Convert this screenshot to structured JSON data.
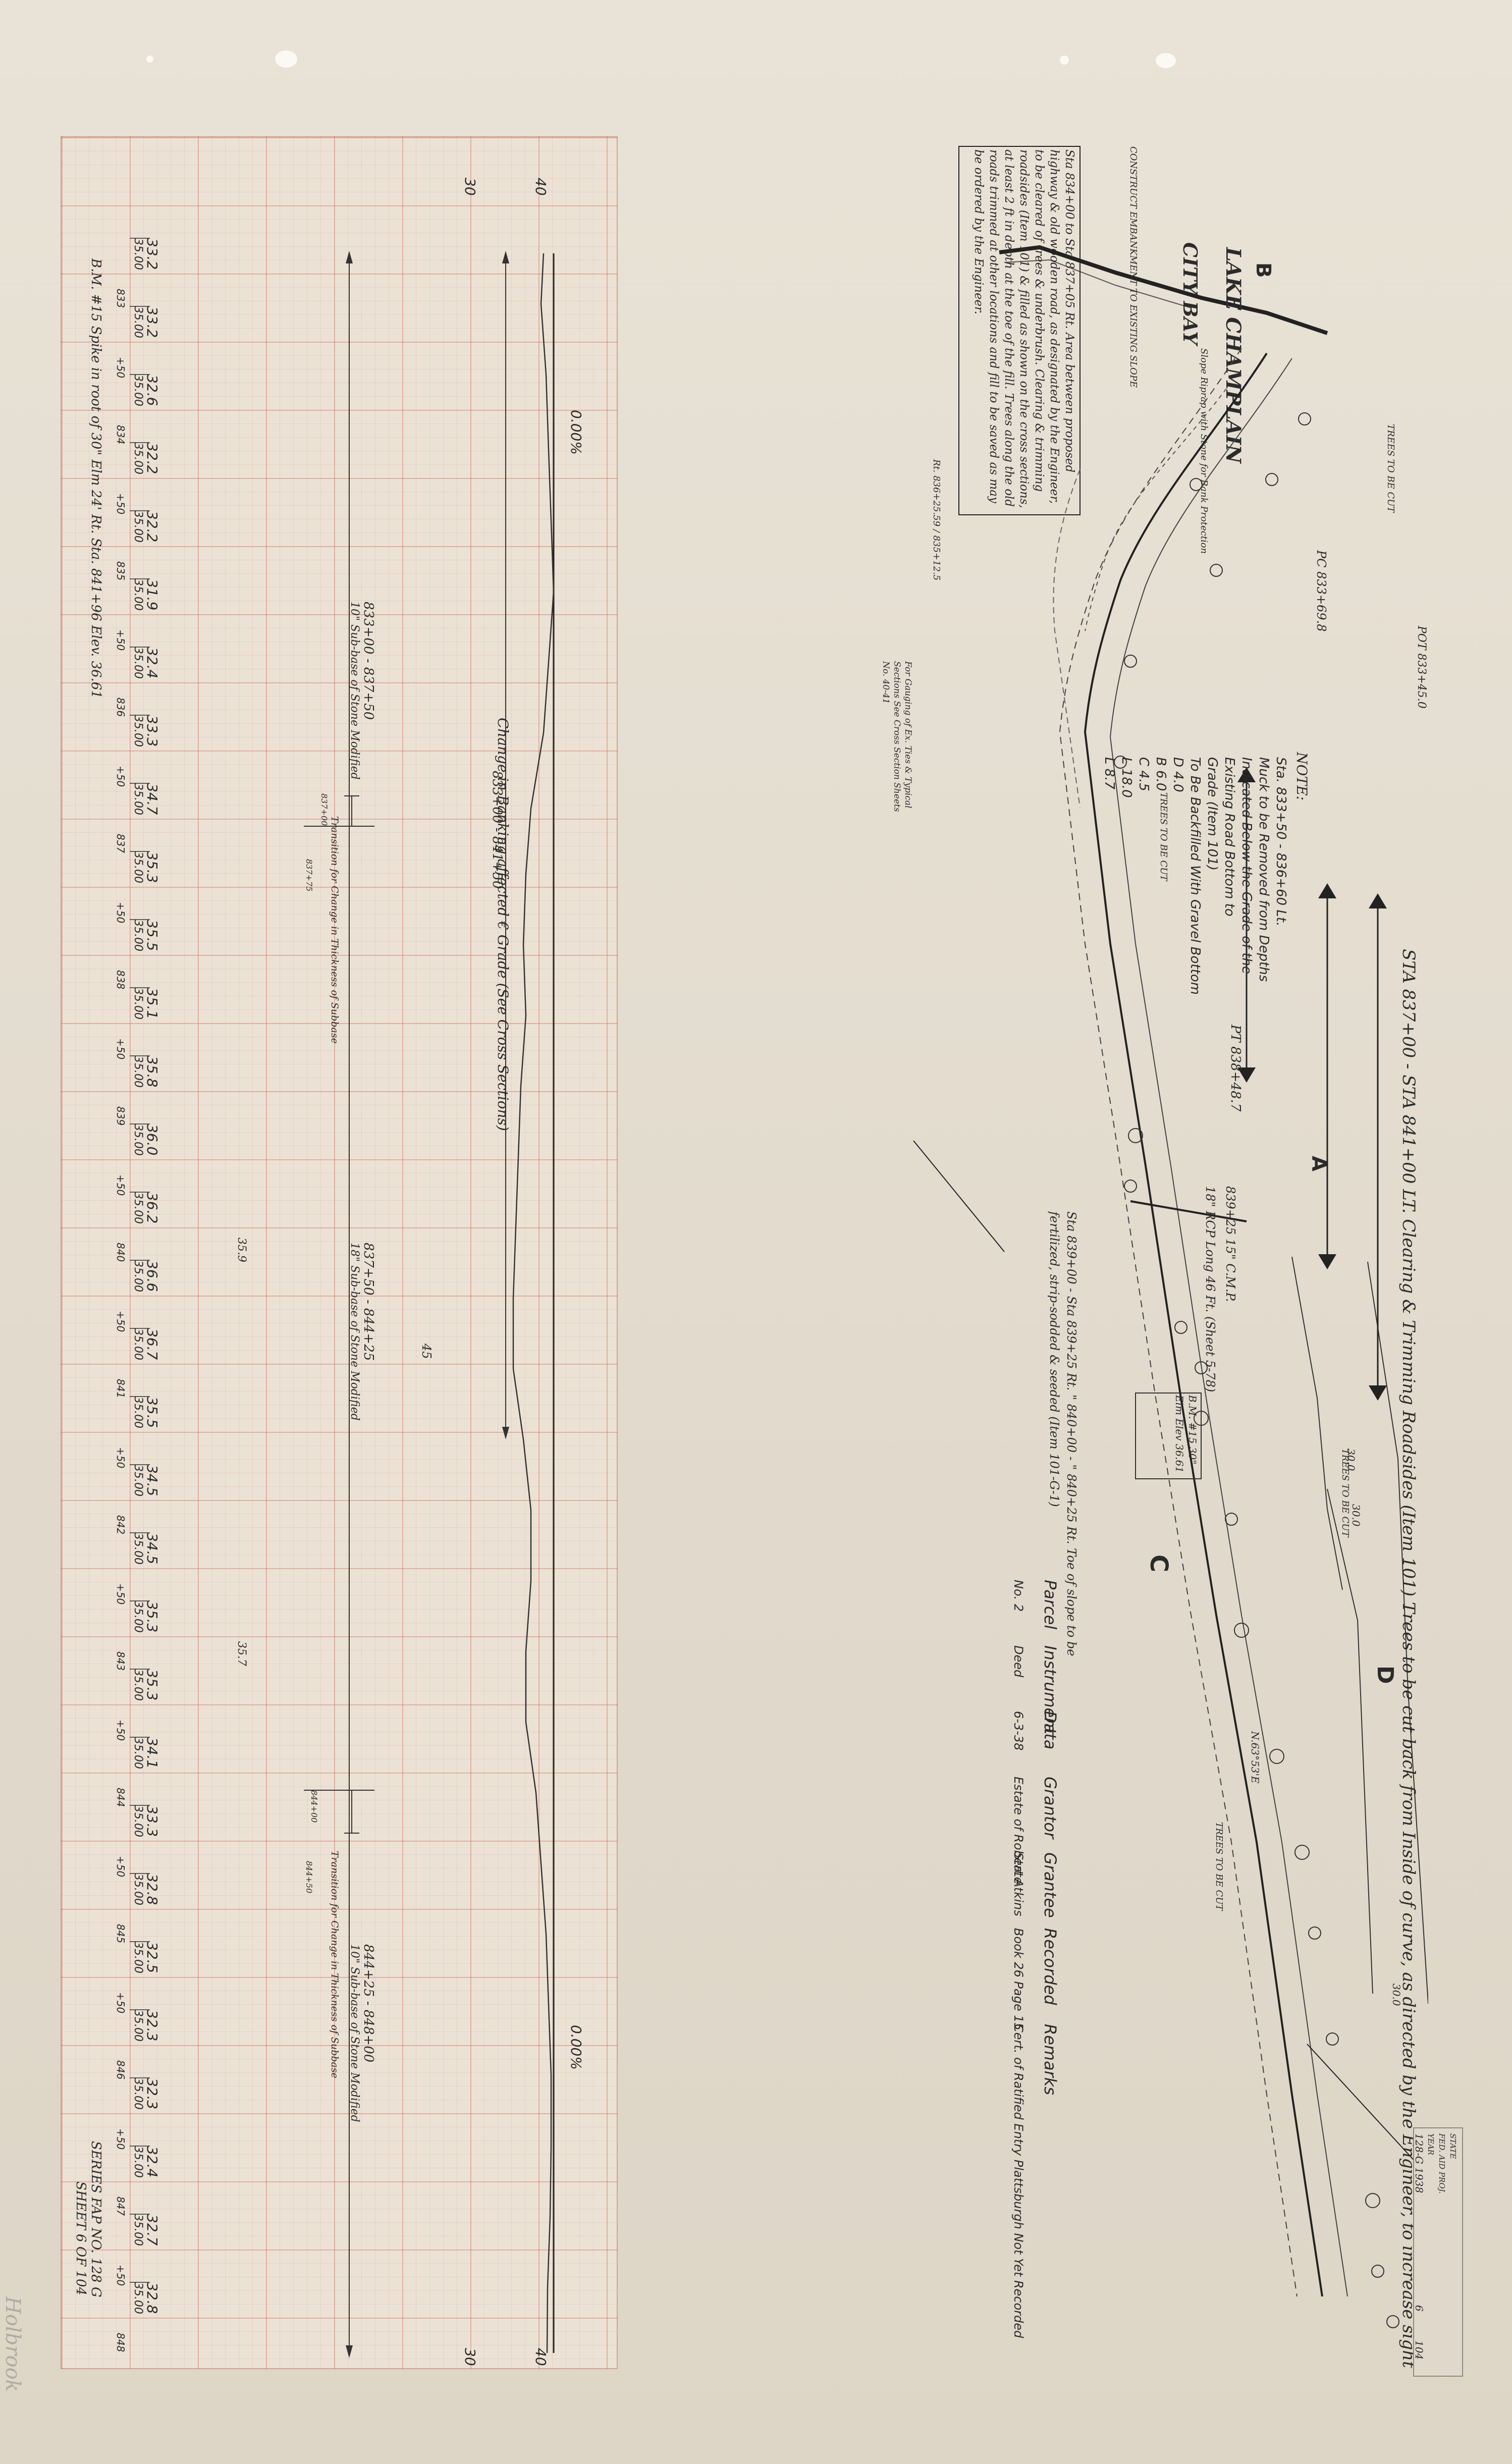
{
  "sheet": {
    "series": "SERIES FAP NO. 128 G",
    "sheet_no": "SHEET 6 OF 104",
    "bench_mark": "B.M. #15 Spike in root of 30\" Elm 24' Rt. Sta. 841+96 Elev. 36.61",
    "title_block": [
      "STATE",
      "FED. AID PROJ.",
      "YEAR",
      "128-G 1938",
      "6",
      "104"
    ],
    "signature": "Holbrook"
  },
  "profile": {
    "elev_labels": [
      "40",
      "30",
      "40",
      "30"
    ],
    "grade_pct": [
      "0.00%",
      "0.00%"
    ],
    "station_labels": [
      "833",
      "+50",
      "834",
      "+50",
      "835",
      "+50",
      "836",
      "+50",
      "837",
      "+50",
      "838",
      "+50",
      "839",
      "+50",
      "840",
      "+50",
      "841",
      "+50",
      "842",
      "+50",
      "843",
      "+50",
      "844",
      "+50",
      "845",
      "+50",
      "846",
      "+50",
      "847",
      "+50",
      "848"
    ],
    "ground_elevs": [
      "33.2",
      "33.2",
      "32.6",
      "32.2",
      "32.2",
      "31.9",
      "32.4",
      "33.3",
      "34.7",
      "35.3",
      "35.5",
      "35.1",
      "35.8",
      "36.0",
      "36.2",
      "36.6",
      "36.7",
      "35.5",
      "34.5",
      "34.5",
      "35.3",
      "35.3",
      "34.1",
      "33.3",
      "32.8",
      "32.5",
      "32.3",
      "32.3",
      "32.4",
      "32.7",
      "32.8"
    ],
    "grade_elevs": "35.00",
    "notes": {
      "change_banking": "Change in Banking affected € Grade (See Cross Sections)",
      "sta_range": "833+00 - 841+50",
      "seg1": "833+00 - 837+50",
      "seg1b": "10\" Sub-base of Stone Modified",
      "seg2": "837+50 - 844+25",
      "seg2b": "18\" Sub-base of Stone Modified",
      "seg3": "844+25 - 848+00",
      "seg3b": "10\" Sub-base of Stone Modified",
      "transition1": "Transition for Change in Thickness of Subbase",
      "transition2": "Transition for Change in Thickness of Subbase",
      "sta_837": "837+00",
      "sta_837b": "837+75",
      "sta_844": "844+00",
      "sta_844b": "844+50",
      "elev_359": "35.9",
      "elev_357": "35.7",
      "stake_4": "45"
    }
  },
  "plan": {
    "lake": "LAKE CHAMPLAIN",
    "city_bay": "CITY BAY",
    "construct_bank": "CONSTRUCT EMBANKMENT TO EXISTING SLOPE",
    "slope_protection": "Slope Riprap with Stone for Bank Protection",
    "note_box": "Sta 834+00 to Sta 837+05 Rt. Area between proposed highway & old wooden road, as designated by the Engineer, to be cleared of trees & underbrush. Clearing & trimming roadsides (Item 101) & filled as shown on the cross sections, at least 2 ft in depth at the toe of the fill. Trees along the old roads trimmed at other locations and fill to be saved as may be ordered by the Engineer.",
    "stakes": "Rt. 836+25.59 / 835+12.5",
    "note_header": "NOTE:",
    "note_lines": [
      "Sta. 833+50 - 836+60 Lt.",
      "Muck to be Removed from Depths",
      "Indicated Below the Grade of the",
      "Existing Road Bottom to",
      "Grade (Item 101)",
      "To Be Backfilled With Gravel Bottom",
      "D  4.0",
      "B  6.0",
      "C  4.5",
      "L  18.0",
      "L  8.7"
    ],
    "pc": "PC 833+69.8",
    "pot": "POT 833+45.0",
    "pt": "PT 838+48.7",
    "trees_cut": "TREES TO BE CUT",
    "clearing_note": "STA 837+00 - STA 841+00 LT. Clearing & Trimming Roadsides (Item 101) Trees to be cut back from Inside of curve, as directed by the Engineer, to increase sight distance.",
    "culvert": "839+25 15\" C.M.P.",
    "culvert2": "18\" RCP Long 46 Ft. (Sheet 5-78)",
    "slope_note": "Sta 839+00 - Sta 839+25 Rt. \" 840+00 - \" 840+25 Rt. Toe of slope to be fertilized, strip-sodded & seeded (Item 101-G-1)",
    "bm_tag": "B.M. #15 30\" Elm Elev 36.61",
    "dims": [
      "30.0",
      "30.0",
      "30.0",
      "30.0",
      "30.0"
    ],
    "bearing": "N.63°53'E",
    "north": "N",
    "note_gauge": "For Gauging of Ex. Ties & Typical Sections See Cross Section Sheets No. 40-41",
    "instrument_data": {
      "headers": [
        "Parcel",
        "Instrument",
        "Data",
        "Grantor",
        "Grantee",
        "Recorded",
        "Remarks"
      ],
      "row": [
        "No. 2",
        "Deed",
        "6-3-38",
        "Estate of Robert Atkins",
        "State",
        "Book 26 Page 15",
        "Cert. of Ratified Entry Plattsburgh Not Yet Recorded"
      ]
    },
    "letters": [
      "A",
      "C",
      "D",
      "B"
    ]
  }
}
